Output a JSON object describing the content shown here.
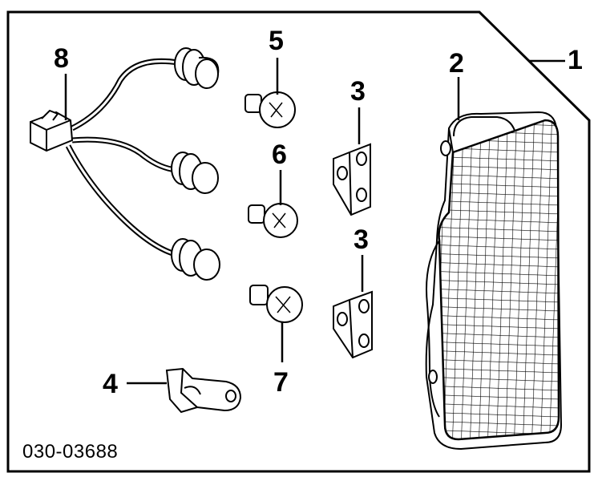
{
  "diagram": {
    "part_code": "030-03688",
    "callouts": {
      "c1": "1",
      "c2": "2",
      "c3a": "3",
      "c3b": "3",
      "c4": "4",
      "c5": "5",
      "c6": "6",
      "c7": "7",
      "c8": "8"
    },
    "colors": {
      "line": "#000000",
      "background": "#ffffff"
    }
  }
}
